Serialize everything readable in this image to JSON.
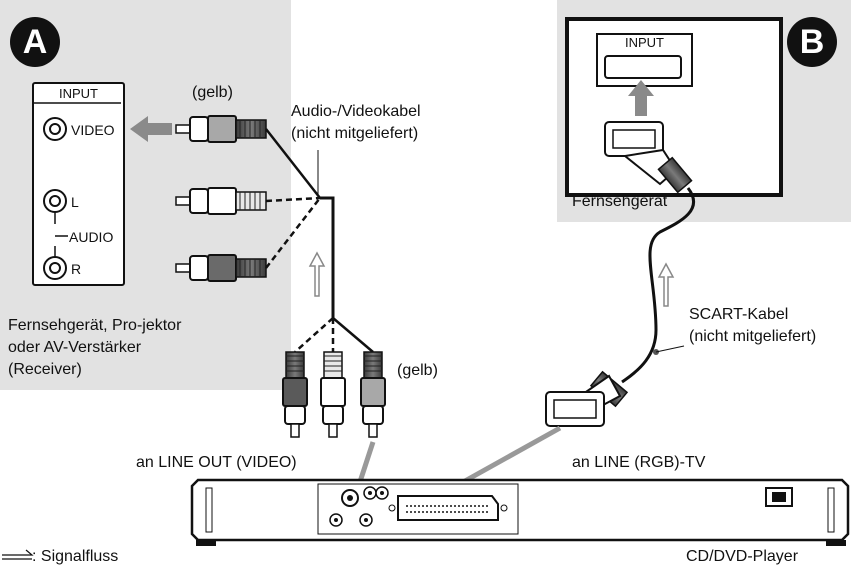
{
  "panel_a": {
    "badge": "A",
    "input_header": "INPUT",
    "jack_video": "VIDEO",
    "jack_l": "L",
    "jack_audio": "AUDIO",
    "jack_r": "R",
    "caption_line1": "Fernsehgerät, Pro-jektor",
    "caption_line2": "oder AV-Verstärker",
    "caption_line3": "(Receiver)"
  },
  "panel_b": {
    "badge": "B",
    "input_header": "INPUT",
    "tv_label": "Fernsehgerät"
  },
  "labels": {
    "gelb_top": "(gelb)",
    "gelb_bottom": "(gelb)",
    "av_cable_line1": "Audio-/Videokabel",
    "av_cable_line2": "(nicht mitgeliefert)",
    "scart_line1": "SCART-Kabel",
    "scart_line2": "(nicht mitgeliefert)",
    "line_out": "an LINE OUT (VIDEO)",
    "line_rgb": "an LINE (RGB)-TV",
    "signal_flow": ": Signalfluss",
    "player": "CD/DVD-Player"
  },
  "colors": {
    "panel": "#e2e2e2",
    "cable": "#111111",
    "arrow": "#8a8a8a",
    "plug_dark": "#5a5a5a",
    "plug_mid": "#a8a8a8",
    "plug_light": "#ffffff"
  }
}
